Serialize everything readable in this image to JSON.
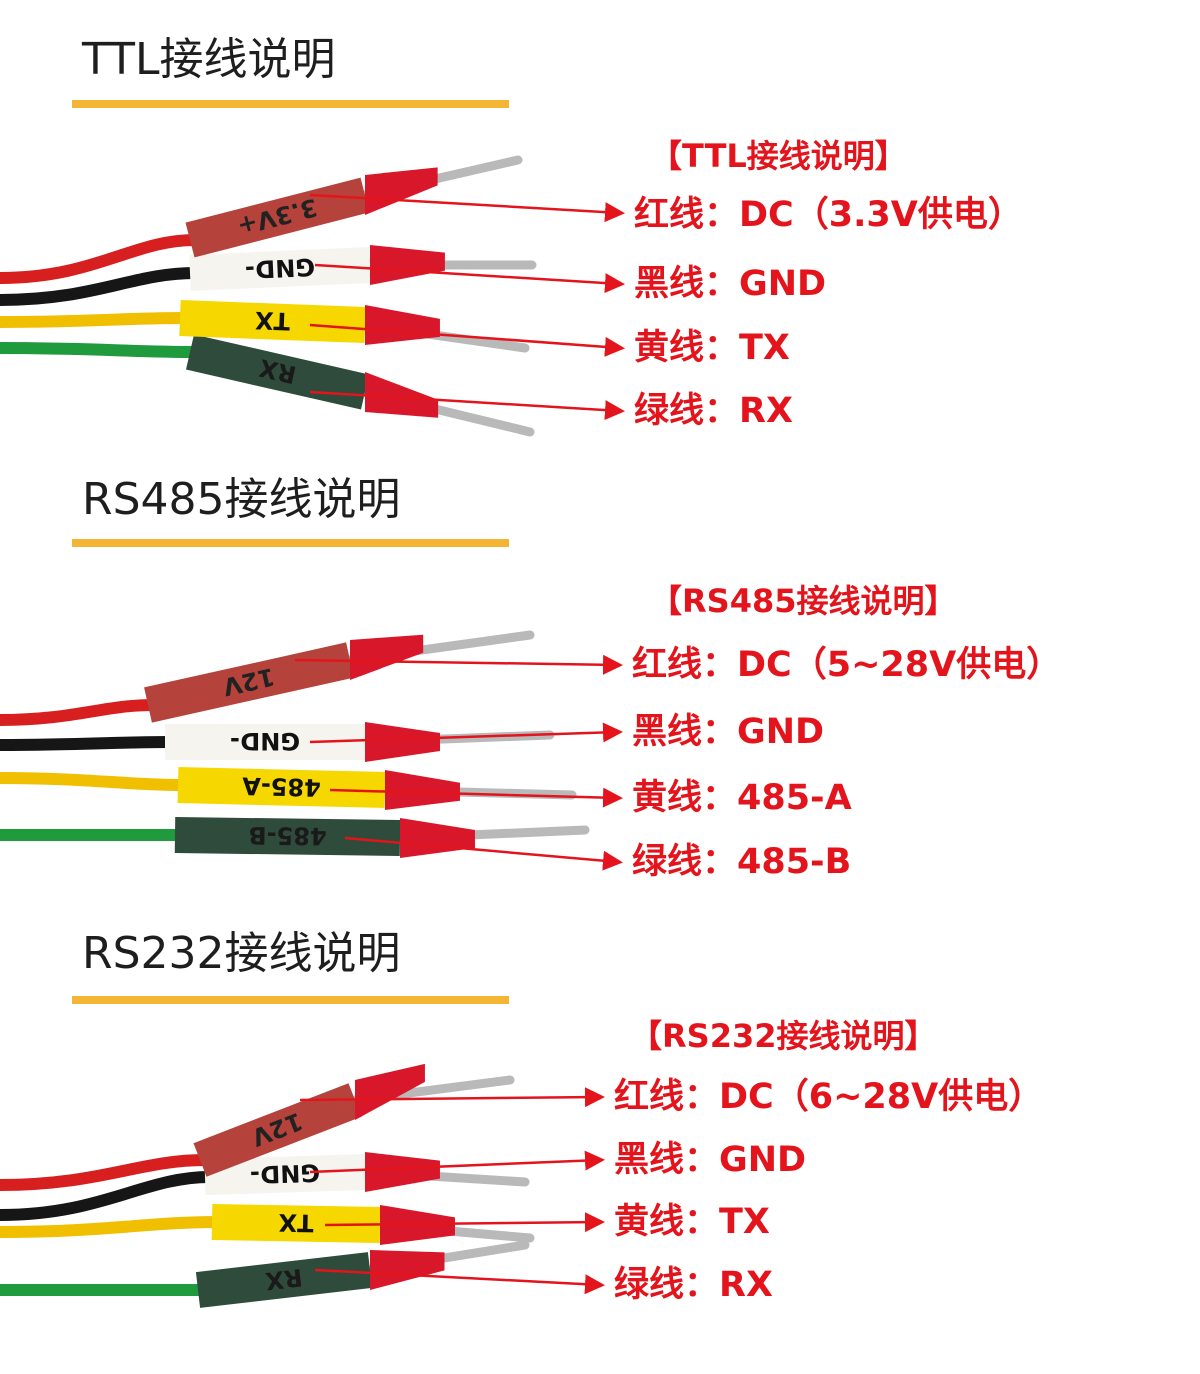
{
  "colors": {
    "accent_underline": "#f4b434",
    "label_red": "#e3141c",
    "title": "#1e1e1e"
  },
  "sections": [
    {
      "title": "TTL接线说明",
      "header": "【TTL接线说明】",
      "wires": [
        {
          "label": "红线：DC（3.3V供电）",
          "sleeve_text": "3.3V+"
        },
        {
          "label": "黑线：GND",
          "sleeve_text": "GND-"
        },
        {
          "label": "黄线：TX",
          "sleeve_text": "TX"
        },
        {
          "label": "绿线：RX",
          "sleeve_text": "RX"
        }
      ]
    },
    {
      "title": "RS485接线说明",
      "header": "【RS485接线说明】",
      "wires": [
        {
          "label": "红线：DC（5~28V供电）",
          "sleeve_text": "12V"
        },
        {
          "label": "黑线：GND",
          "sleeve_text": "GND-"
        },
        {
          "label": "黄线：485-A",
          "sleeve_text": "485-A"
        },
        {
          "label": "绿线：485-B",
          "sleeve_text": "485-B"
        }
      ]
    },
    {
      "title": "RS232接线说明",
      "header": "【RS232接线说明】",
      "wires": [
        {
          "label": "红线：DC（6~28V供电）",
          "sleeve_text": "12V"
        },
        {
          "label": "黑线：GND",
          "sleeve_text": "GND-"
        },
        {
          "label": "黄线：TX",
          "sleeve_text": "TX"
        },
        {
          "label": "绿线：RX",
          "sleeve_text": "RX"
        }
      ]
    }
  ]
}
